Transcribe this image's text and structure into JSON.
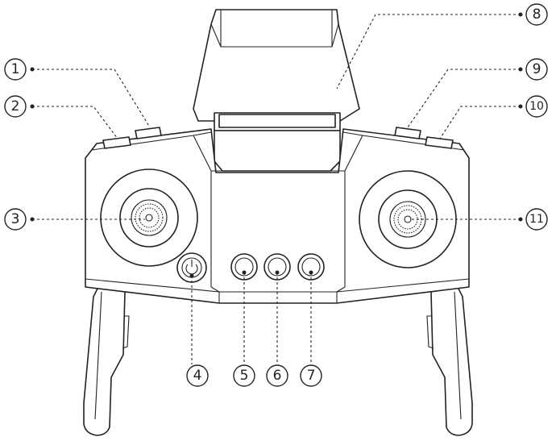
{
  "callouts": [
    {
      "id": "c1",
      "label": "1",
      "part": "left-shoulder-button"
    },
    {
      "id": "c2",
      "label": "2",
      "part": "left-trigger-button"
    },
    {
      "id": "c3",
      "label": "3",
      "part": "left-joystick"
    },
    {
      "id": "c4",
      "label": "4",
      "part": "power-button"
    },
    {
      "id": "c5",
      "label": "5",
      "part": "function-button-1"
    },
    {
      "id": "c6",
      "label": "6",
      "part": "function-button-2"
    },
    {
      "id": "c7",
      "label": "7",
      "part": "function-button-3"
    },
    {
      "id": "c8",
      "label": "8",
      "part": "phone-holder"
    },
    {
      "id": "c9",
      "label": "9",
      "part": "right-shoulder-button"
    },
    {
      "id": "c10",
      "label": "10",
      "part": "right-trigger-button"
    },
    {
      "id": "c11",
      "label": "11",
      "part": "right-joystick"
    }
  ],
  "colors": {
    "line": "#222222",
    "background": "#ffffff"
  }
}
